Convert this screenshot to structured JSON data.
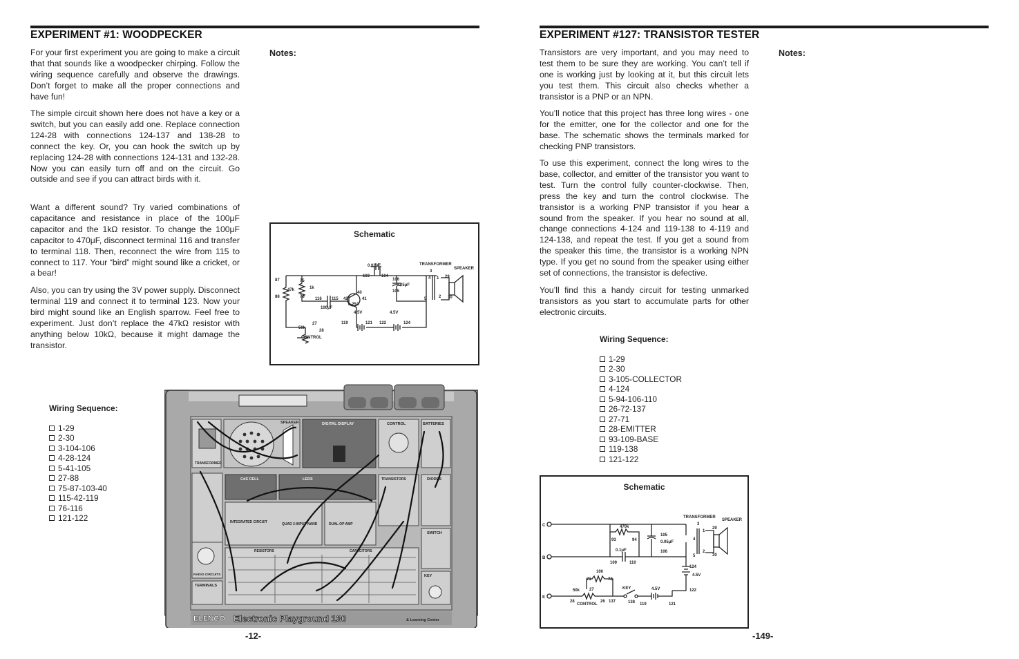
{
  "left": {
    "title": "EXPERIMENT #1:  WOODPECKER",
    "paragraphs": [
      "For your first experiment you are going to make a circuit that that sounds like a woodpecker chirping. Follow the wiring sequence carefully and observe the drawings.  Don’t forget to make all the proper connections and have fun!",
      "The simple circuit shown here does not have a key or a switch, but you can easily add one. Replace connection 124-28 with connections 124-137 and 138-28 to connect the key. Or, you can hook the switch up by replacing 124-28 with connections 124-131 and 132-28. Now you can easily turn off and on the circuit. Go outside and see if you can attract birds with it.",
      "Want a different sound? Try varied combinations of capacitance and resistance in place of the 100μF capacitor and the 1kΩ resistor. To change the 100μF capacitor to 470μF, disconnect terminal 116 and transfer to terminal 118. Then, reconnect the wire from 115 to connect to 117. Your “bird” might sound like a cricket, or a bear!",
      "Also, you can try using the 3V power supply. Disconnect terminal 119 and connect it to terminal 123. Now your bird might sound like an English sparrow. Feel free to experiment. Just don’t replace the 47kΩ resistor with anything below 10kΩ, because it might damage the transistor."
    ],
    "notes_label": "Notes:",
    "schematic_title": "Schematic",
    "schematic_labels": {
      "cap1": "0.02μF",
      "n103": "103",
      "n104": "104",
      "transformer": "TRANSFORMER",
      "speaker": "SPEAKER",
      "n3": "3",
      "n1": "1",
      "n29": "29",
      "n106": "106",
      "cap2": "0.05μF",
      "n105": "105",
      "n4": "4",
      "n87": "87",
      "r47k": "47k",
      "n88": "88",
      "n75": "75",
      "r1k": "1k",
      "n76": "76",
      "n40": "40",
      "n116": "116",
      "n115": "115",
      "n42": "42",
      "n41": "41",
      "tr25a": "25A",
      "cap3": "100μF",
      "n5": "5",
      "n2": "2",
      "n30": "30",
      "v1": "4.5V",
      "v2": "4.5V",
      "n119": "119",
      "n121": "121",
      "n122": "122",
      "n124": "124",
      "r50k": "50k",
      "n27": "27",
      "n28": "28",
      "control": "CONTROL"
    },
    "wiring_title": "Wiring Sequence:",
    "wiring": [
      "1-29",
      "2-30",
      "3-104-106",
      "4-28-124",
      "5-41-105",
      "27-88",
      "75-87-103-40",
      "115-42-119",
      "76-116",
      "121-122"
    ],
    "board_labels": {
      "speaker": "SPEAKER",
      "display": "DIGITAL DISPLAY",
      "control": "CONTROL",
      "batteries": "BATTERIES",
      "transformer": "TRANSFORMER",
      "cds": "CdS CELL",
      "leds": "LEDS",
      "transistors": "TRANSISTORS",
      "diodes": "DIODES",
      "ic": "INTEGRATED CIRCUIT",
      "nand": "QUAD 2-INPUT NAND",
      "opamp": "DUAL OP AMP",
      "switch": "SWITCH",
      "resistors": "RESISTORS",
      "capacitors": "CAPACITORS",
      "radio": "RADIO CIRCUITS",
      "key": "KEY",
      "terminals": "TERMINALS",
      "brand": "ELENCO",
      "product": "Electronic Playground 130",
      "subproduct": "& Learning Center"
    },
    "page_number": "-12-"
  },
  "right": {
    "title": "EXPERIMENT #127:  TRANSISTOR TESTER",
    "paragraphs": [
      "Transistors are very important, and you may need to test them to be sure they are working. You can’t tell if one is working just by looking at it, but this circuit lets you test them. This circuit also checks whether a transistor is a PNP or an NPN.",
      "You’ll notice that this project has three long wires - one for the emitter, one for the collector and one for the base. The schematic shows the terminals marked for checking PNP transistors.",
      "To use this experiment, connect the long wires to the base, collector, and emitter of the transistor you want to test. Turn the control fully counter-clockwise. Then, press the key and turn the control clockwise. The transistor is a working PNP transistor if you hear a sound from the speaker. If you hear no sound at all, change connections 4-124 and 119-138 to 4-119 and 124-138, and repeat the test. If you get a sound from the speaker this time, the transistor is a working NPN type. If you get no sound from the speaker using either set of connections, the transistor is defective.",
      "You’ll find this a handy circuit for testing unmarked transistors as you start to accumulate parts for other electronic circuits."
    ],
    "notes_label": "Notes:",
    "wiring_title": "Wiring Sequence:",
    "wiring": [
      "1-29",
      "2-30",
      "3-105-COLLECTOR",
      "4-124",
      "5-94-106-110",
      "26-72-137",
      "27-71",
      "28-EMITTER",
      "93-109-BASE",
      "119-138",
      "121-122"
    ],
    "schematic_title": "Schematic",
    "schematic_labels": {
      "c": "C",
      "b": "B",
      "e": "E",
      "transformer": "TRANSFORMER",
      "speaker": "SPEAKER",
      "n3": "3",
      "n4": "4",
      "n1": "1",
      "n29": "29",
      "n2": "2",
      "n5": "5",
      "n30": "30",
      "r470k": "470k",
      "n93": "93",
      "n94": "94",
      "n105": "105",
      "cap1": "0.05μF",
      "n106": "106",
      "cap2": "0.1μF",
      "n109": "109",
      "n110": "110",
      "n124": "124",
      "v1": "4.5V",
      "n122": "122",
      "r100": "100",
      "n71": "71",
      "n72": "72",
      "r50k": "50k",
      "n27": "27",
      "key": "KEY",
      "v2": "4.5V",
      "n28": "28",
      "control": "CONTROL",
      "n26": "26",
      "n137": "137",
      "n138": "138",
      "n119": "119",
      "n121": "121"
    },
    "page_number": "-149-"
  }
}
